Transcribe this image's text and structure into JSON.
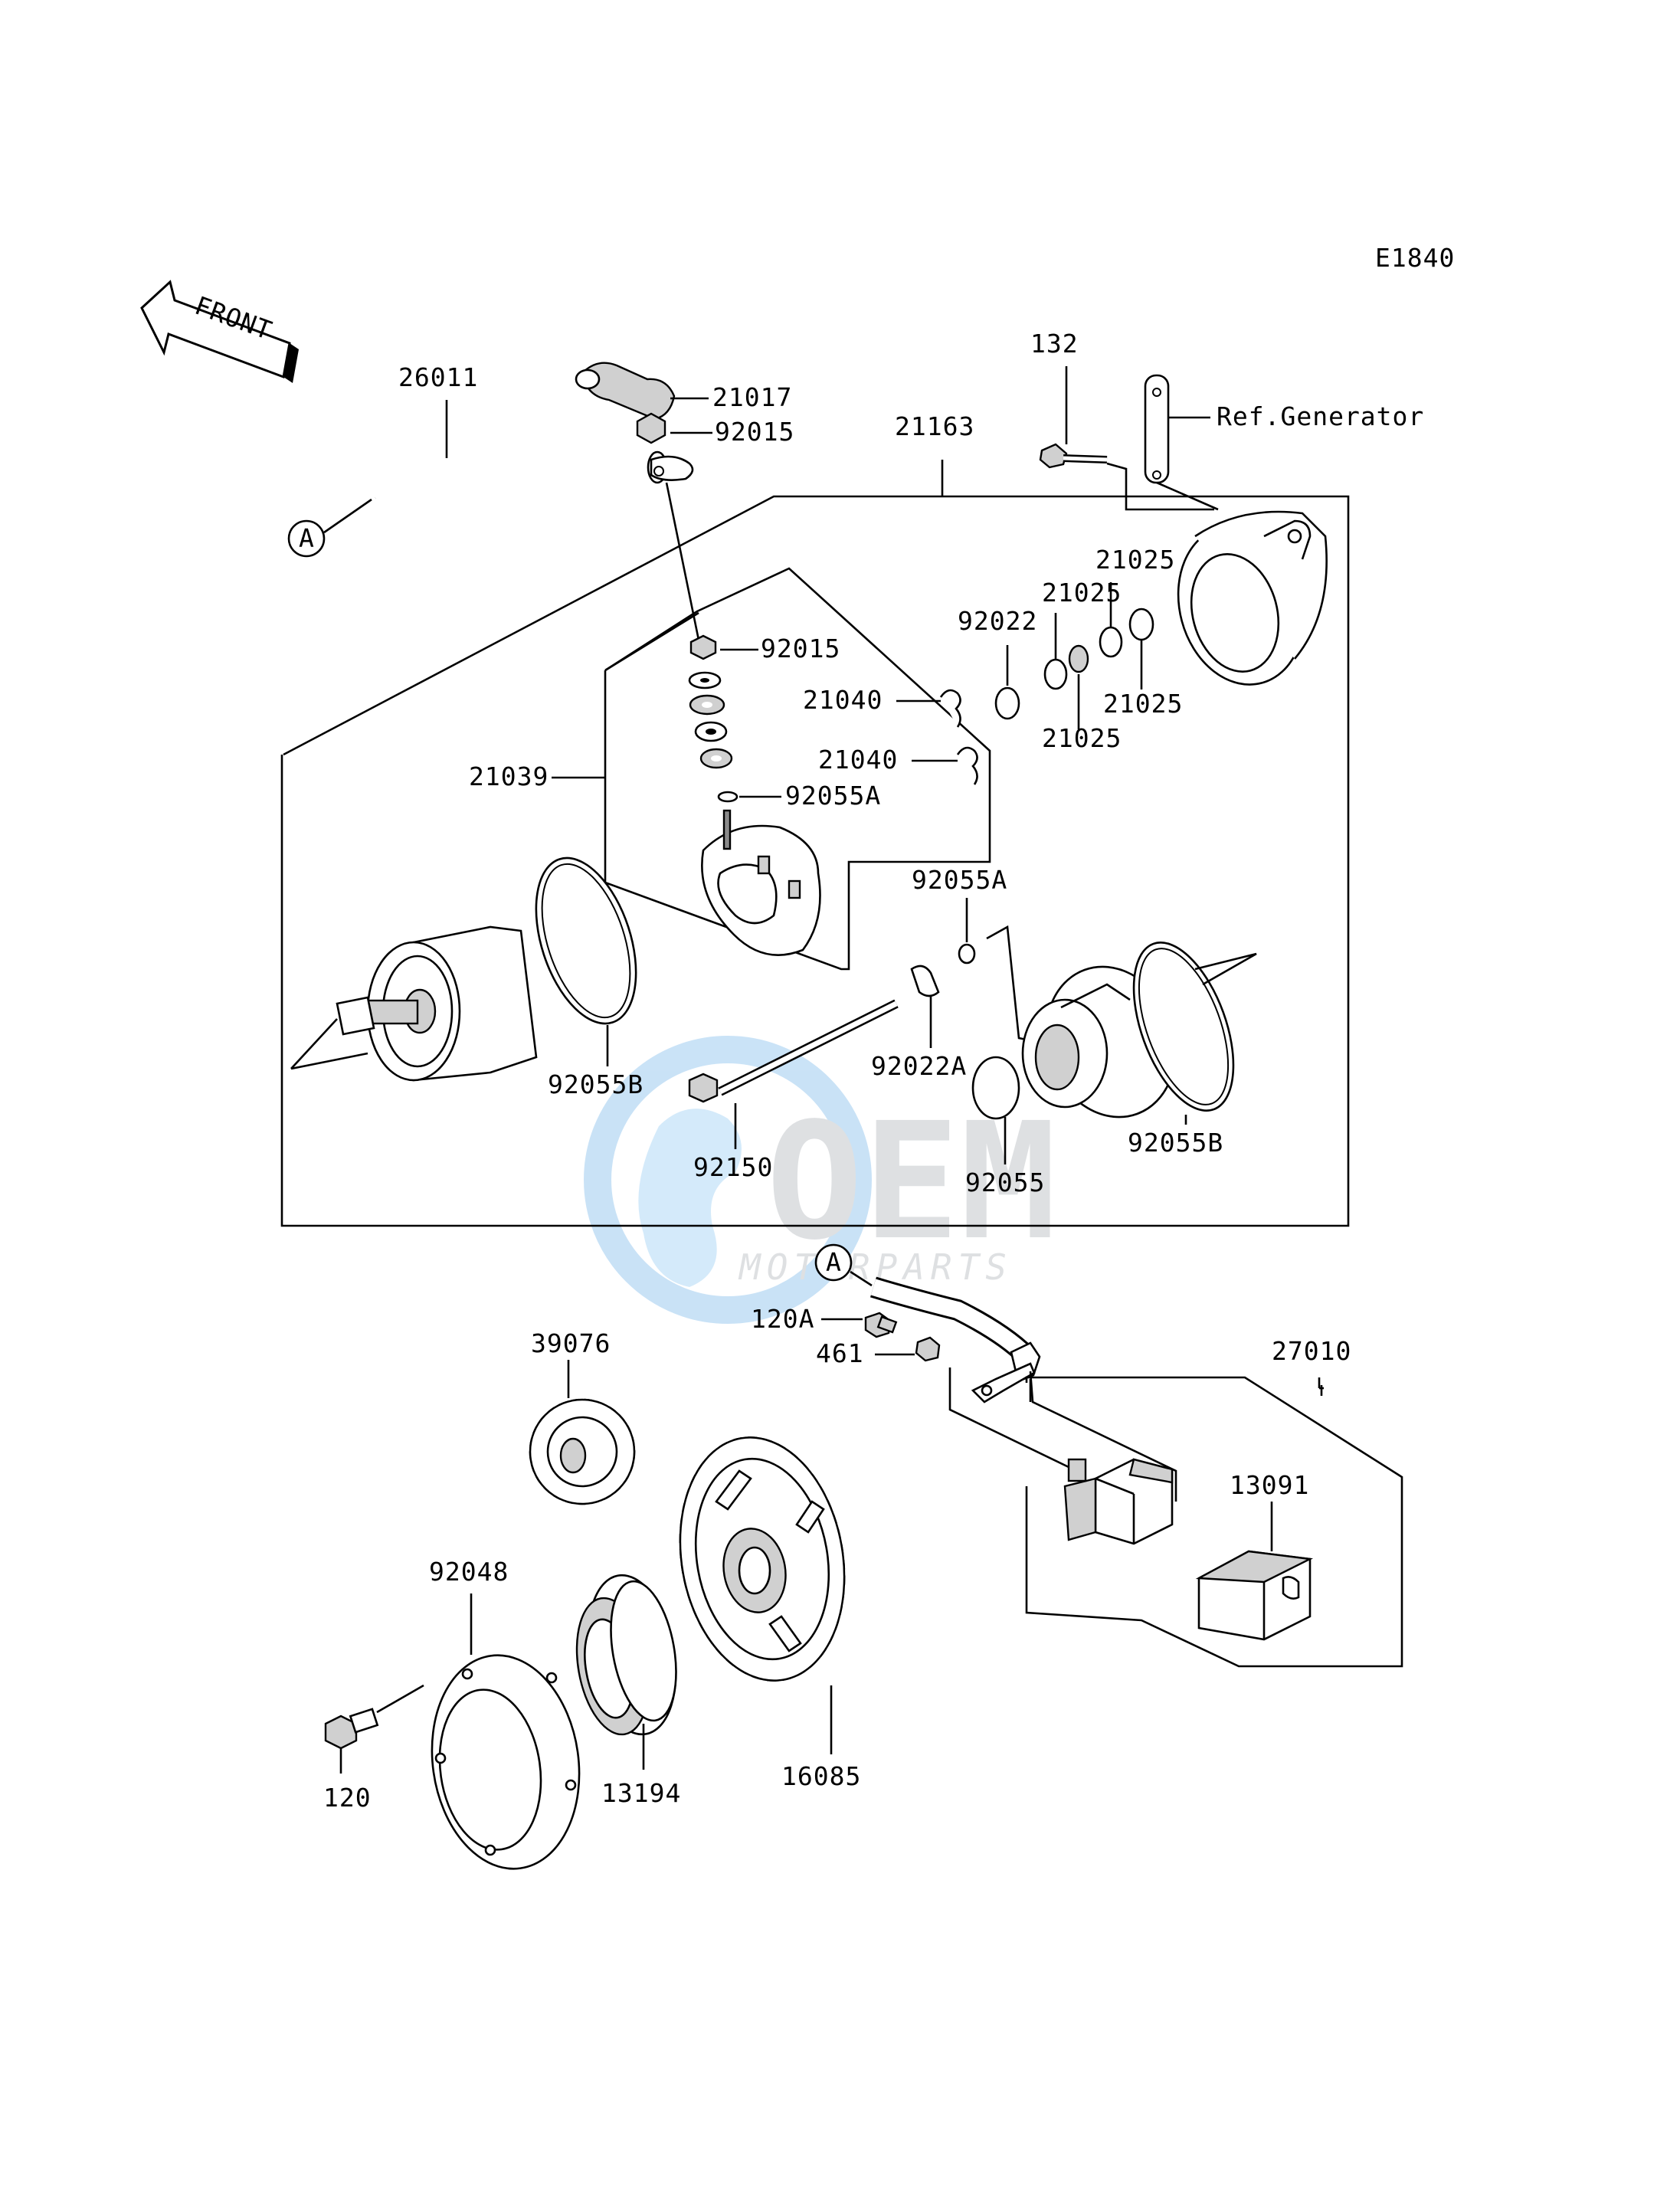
{
  "diagram_code": "E1840",
  "front_label": "FRONT",
  "ref_label": "Ref.Generator",
  "connector_letter": "A",
  "watermark": {
    "logo": "OEM",
    "sub": "MOTORPARTS"
  },
  "labels": {
    "p26011": "26011",
    "p21017": "21017",
    "p92015_top": "92015",
    "p21163": "21163",
    "p132": "132",
    "p21025_a": "21025",
    "p21025_b": "21025",
    "p21025_c": "21025",
    "p21025_d": "21025",
    "p92022": "92022",
    "p92015_mid": "92015",
    "p21040_a": "21040",
    "p21040_b": "21040",
    "p21039": "21039",
    "p92055A_a": "92055A",
    "p92055A_b": "92055A",
    "p92055B_a": "92055B",
    "p92055B_b": "92055B",
    "p92022A": "92022A",
    "p92150": "92150",
    "p92055": "92055",
    "p120A": "120A",
    "p461": "461",
    "p27010": "27010",
    "p39076": "39076",
    "p13091": "13091",
    "p92048": "92048",
    "p120": "120",
    "p13194": "13194",
    "p16085": "16085"
  }
}
